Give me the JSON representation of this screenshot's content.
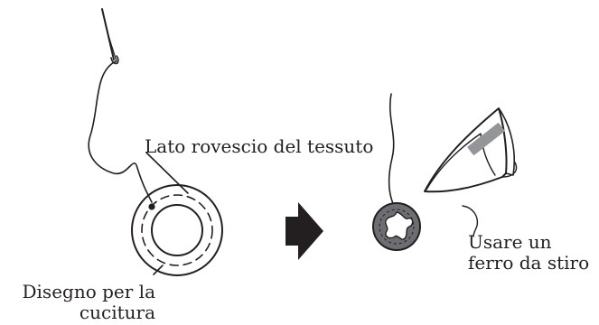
{
  "labels": {
    "back_of_fabric": "Lato rovescio del tessuto",
    "design_line1": "Disegno per la",
    "design_line2": "cucitura",
    "iron_line1": "Usare un",
    "iron_line2": "ferro da stiro"
  },
  "colors": {
    "ink": "#231f20",
    "patch_fill": "#6d6e71",
    "iron_plate": "#939598",
    "arrow": "#231f20"
  },
  "icons": {
    "needle": "needle-icon",
    "arrow": "arrow-right-icon",
    "iron": "iron-icon"
  }
}
